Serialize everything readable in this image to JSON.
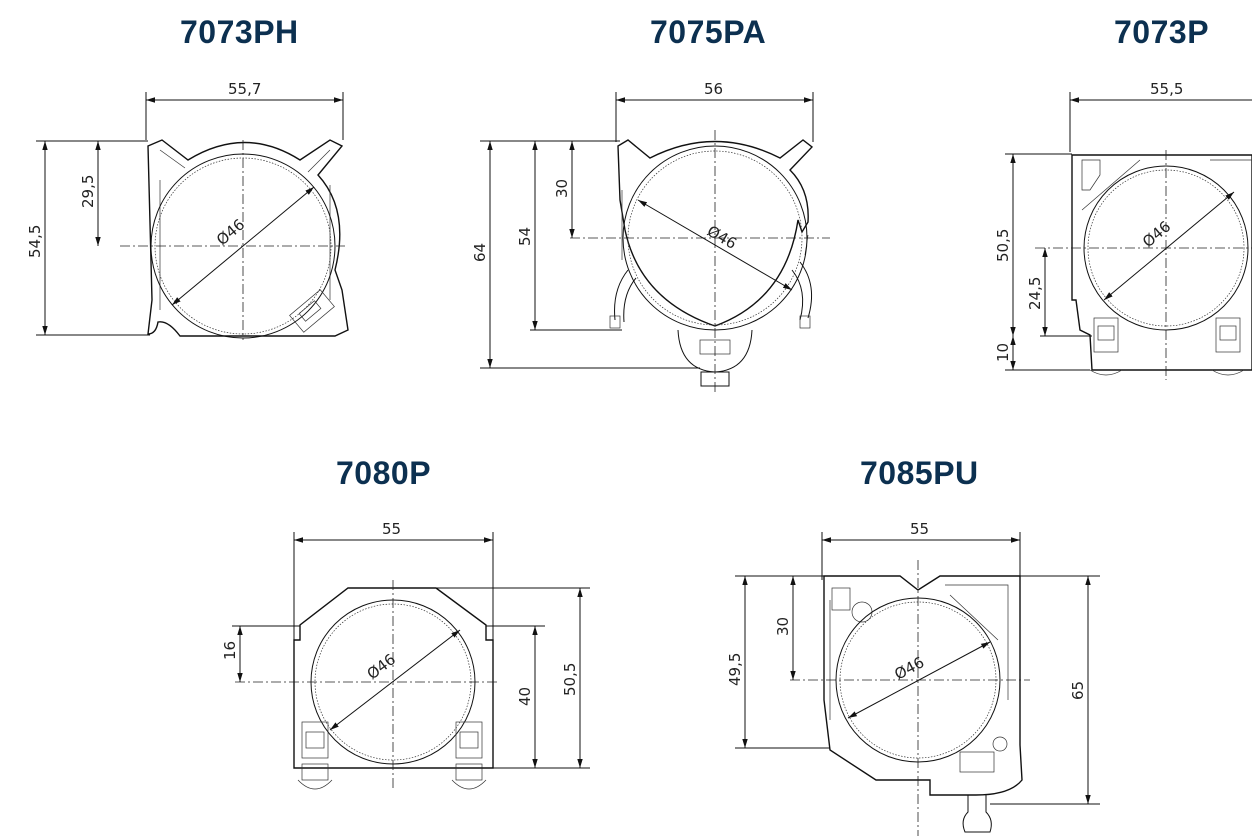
{
  "drawings": [
    {
      "model": "7073PH",
      "dims": {
        "width": "55,7",
        "height": "54,5",
        "center": "29,5",
        "diameter": "Ø46"
      }
    },
    {
      "model": "7075PA",
      "dims": {
        "width": "56",
        "total": "64",
        "height": "54",
        "center": "30",
        "diameter": "Ø46"
      }
    },
    {
      "model": "7073P",
      "dims": {
        "width": "55,5",
        "height": "50,5",
        "center": "24,5",
        "foot": "10",
        "diameter": "Ø46"
      }
    },
    {
      "model": "7080P",
      "dims": {
        "width": "55",
        "center": "16",
        "inner": "40",
        "height": "50,5",
        "diameter": "Ø46"
      }
    },
    {
      "model": "7085PU",
      "dims": {
        "width": "55",
        "center": "30",
        "height": "49,5",
        "total": "65",
        "diameter": "Ø46"
      }
    }
  ],
  "colors": {
    "title": "#0c3050",
    "line": "#111111"
  }
}
